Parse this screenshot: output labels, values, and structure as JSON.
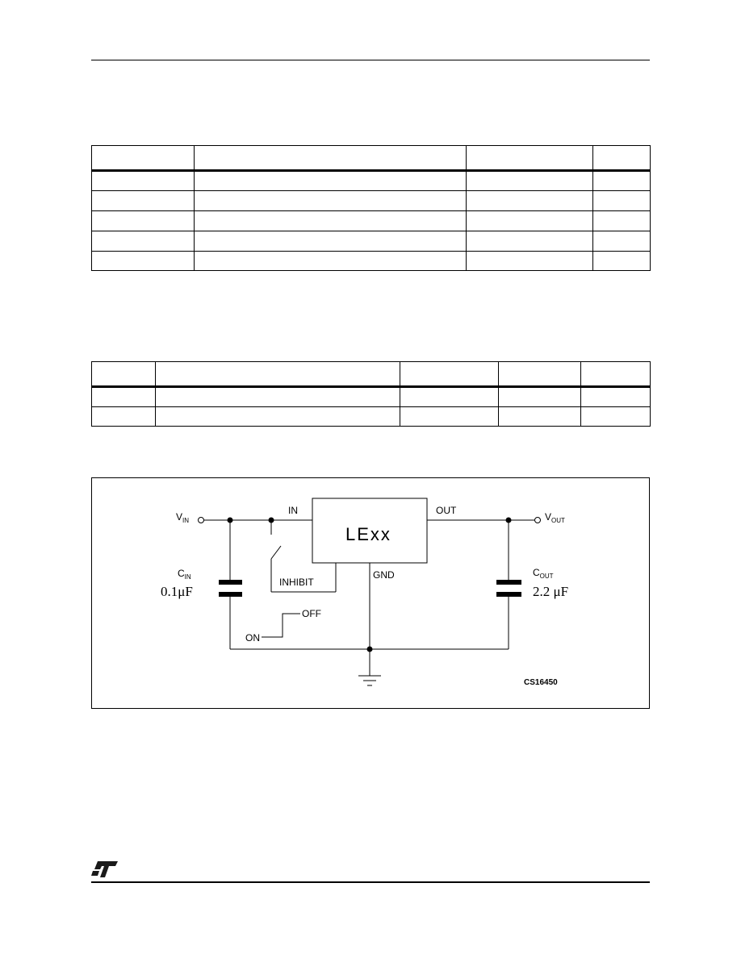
{
  "tables": [
    {
      "rows": 6,
      "columns": 4
    },
    {
      "rows": 3,
      "columns": 5
    }
  ],
  "circuit": {
    "vin": "V",
    "vin_sub": "IN",
    "vout": "V",
    "vout_sub": "OUT",
    "in_pin": "IN",
    "out_pin": "OUT",
    "gnd_pin": "GND",
    "ic_name": "LExx",
    "inhibit": "INHIBIT",
    "cin": "C",
    "cin_sub": "IN",
    "cin_value": "0.1μF",
    "cout": "C",
    "cout_sub": "OUT",
    "cout_value": "2.2 μF",
    "on": "ON",
    "off": "OFF",
    "code": "CS16450"
  },
  "footer": {
    "logo": "ST"
  }
}
